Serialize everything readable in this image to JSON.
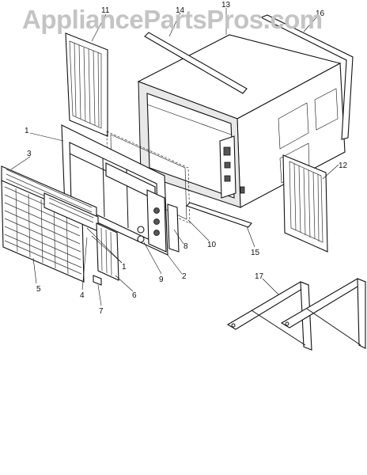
{
  "watermark": "AppliancePartsPros.com",
  "callouts": {
    "c1a": "1",
    "c1b": "1",
    "c2": "2",
    "c3": "3",
    "c4": "4",
    "c5": "5",
    "c6": "6",
    "c7": "7",
    "c8": "8",
    "c9": "9",
    "c10": "10",
    "c11": "11",
    "c12": "12",
    "c13": "13",
    "c14": "14",
    "c15": "15",
    "c16": "16",
    "c17": "17"
  }
}
